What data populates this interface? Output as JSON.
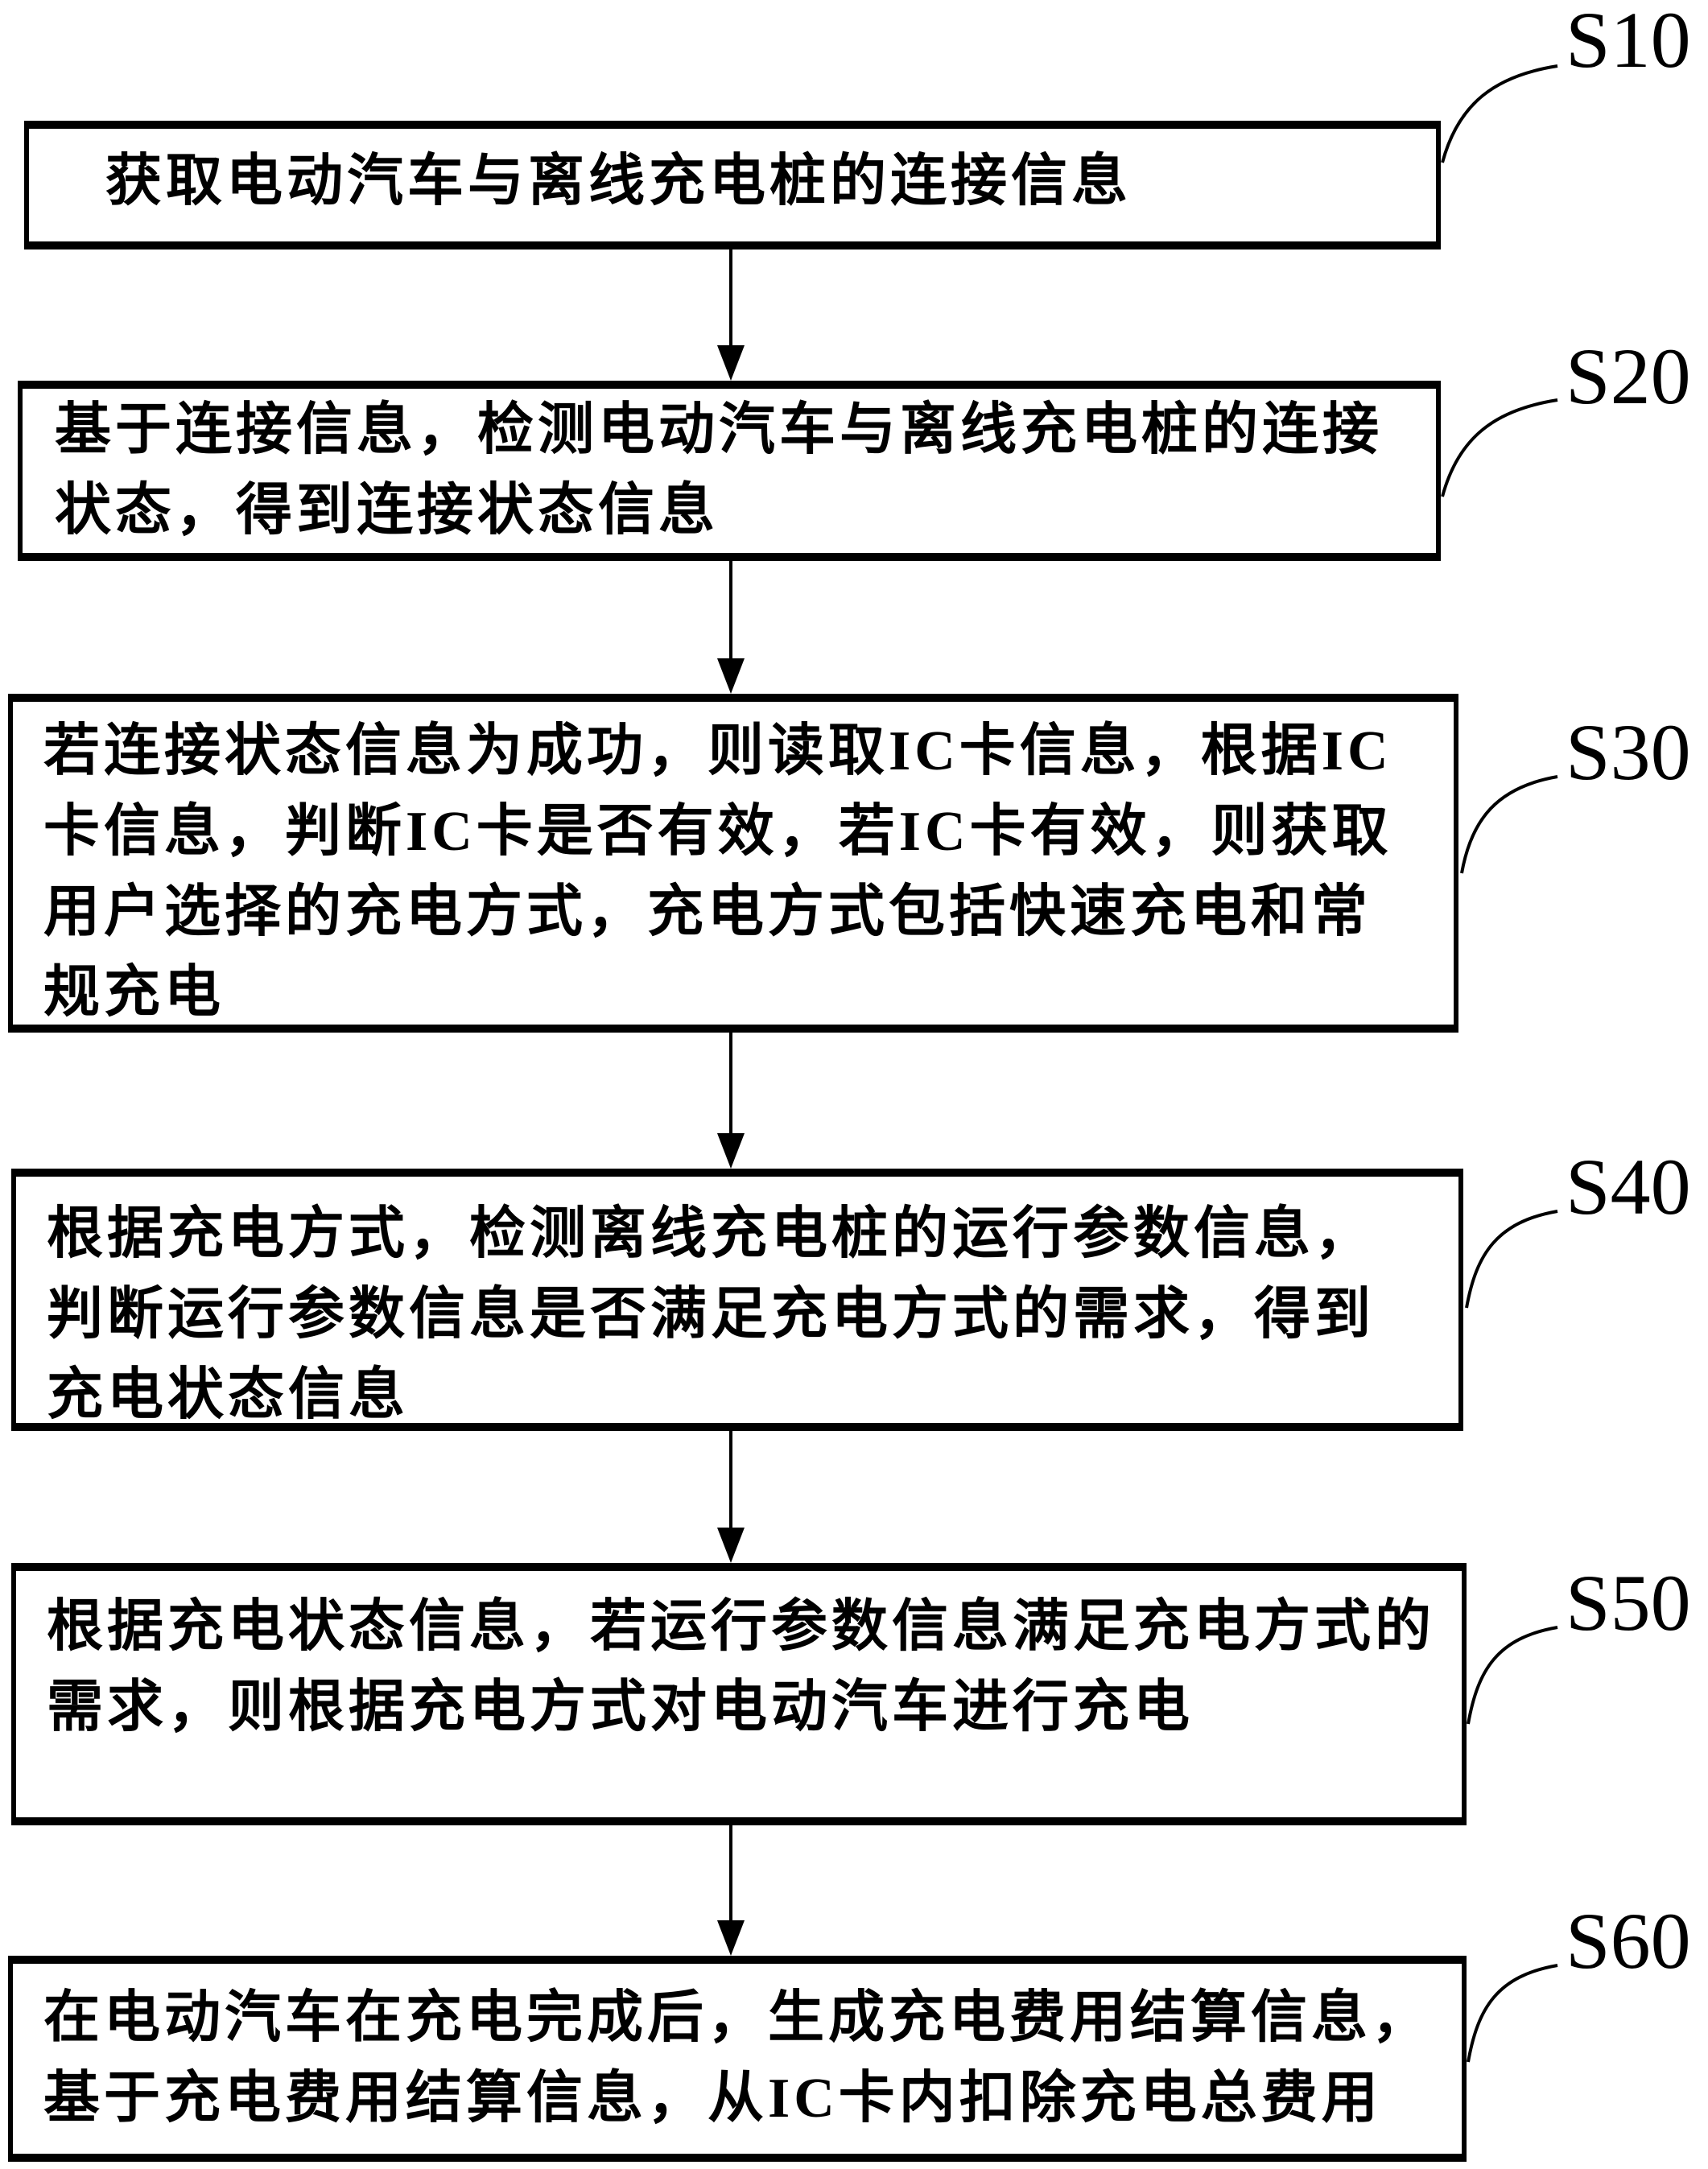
{
  "figure": {
    "type": "flowchart",
    "colors": {
      "ink": "#000000",
      "background": "#ffffff"
    },
    "steps": [
      {
        "label": "S10",
        "lines": [
          "获取电动汽车与离线充电桩的连接信息"
        ]
      },
      {
        "label": "S20",
        "lines": [
          "基于连接信息，检测电动汽车与离线充电桩的连接",
          "状态，得到连接状态信息"
        ]
      },
      {
        "label": "S30",
        "lines": [
          "若连接状态信息为成功，则读取IC卡信息，根据IC",
          "卡信息，判断IC卡是否有效，若IC卡有效，则获取",
          "用户选择的充电方式，充电方式包括快速充电和常",
          "规充电"
        ]
      },
      {
        "label": "S40",
        "lines": [
          "根据充电方式，检测离线充电桩的运行参数信息，",
          "判断运行参数信息是否满足充电方式的需求，得到",
          "充电状态信息"
        ]
      },
      {
        "label": "S50",
        "lines": [
          "根据充电状态信息，若运行参数信息满足充电方式的",
          "需求，则根据充电方式对电动汽车进行充电"
        ]
      },
      {
        "label": "S60",
        "lines": [
          "在电动汽车在充电完成后，生成充电费用结算信息，",
          "基于充电费用结算信息，从IC卡内扣除充电总费用"
        ]
      }
    ]
  }
}
